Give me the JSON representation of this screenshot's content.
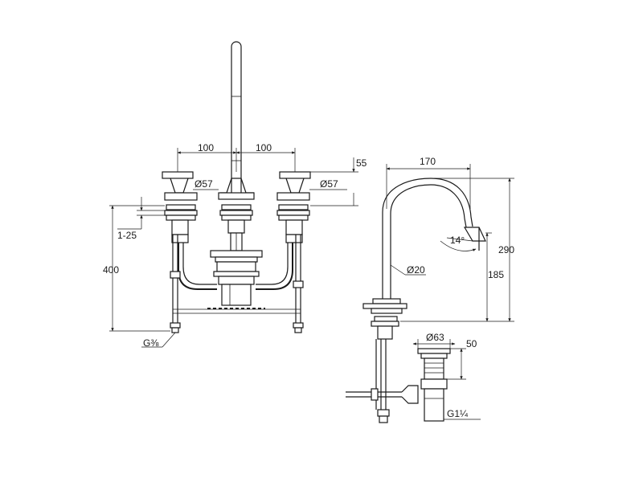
{
  "dimensions": {
    "spacing_left": "100",
    "spacing_right": "100",
    "dia_handle_left": "Ø57",
    "dia_spout_base": "Ø57",
    "height_55": "55",
    "adjust_range": "1-25",
    "height_400": "400",
    "thread_inlet": "G⅜",
    "reach_170": "170",
    "height_290": "290",
    "height_185": "185",
    "angle": "14°",
    "spout_dia": "Ø20",
    "drain_dia": "Ø63",
    "drain_height": "50",
    "drain_thread": "G1¼"
  }
}
